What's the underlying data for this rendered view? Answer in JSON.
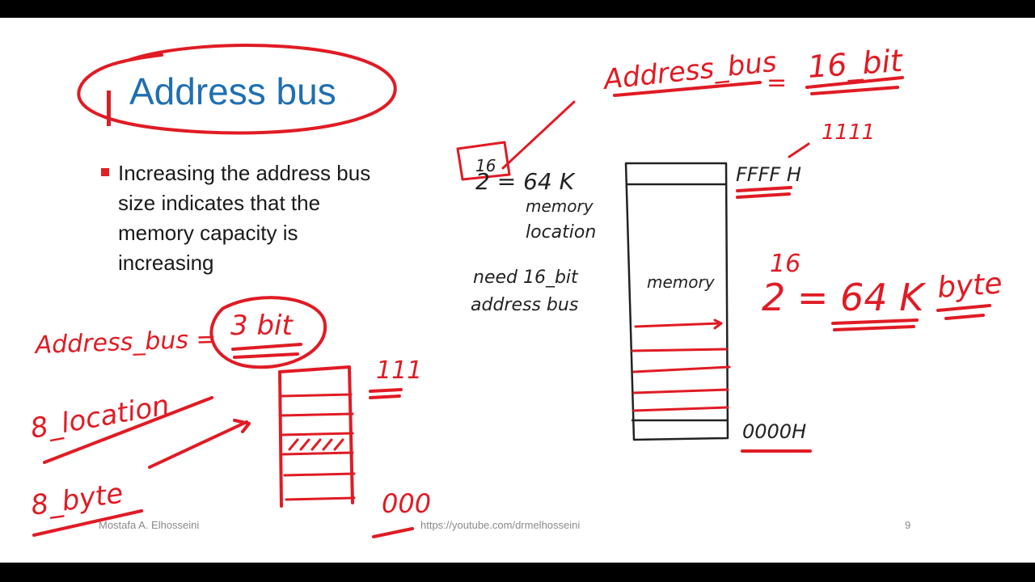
{
  "slide": {
    "title": "Address bus",
    "bullet": "Increasing the address bus size indicates that the memory capacity is increasing",
    "footer_author": "Mostafa A. Elhosseini",
    "footer_url": "https://youtube.com/drmelhosseini",
    "page_number": "9"
  },
  "annotations": {
    "left_bus": "Address_bus =",
    "left_bits": "3 bit",
    "locations": "8_location",
    "bytes": "8_byte",
    "left_top_addr": "111",
    "left_bottom_addr": "000",
    "right_bus": "Address_bus",
    "right_equals": "=",
    "right_bits": "16_bit",
    "power_exp": "16",
    "power_base": "2 = 64 K",
    "power_line1": "memory",
    "power_line2": "location",
    "need_line1": "need 16_bit",
    "need_line2": "address bus",
    "memory_label": "memory",
    "top_addr": "FFFF H",
    "top_binary": "1111",
    "bottom_addr": "0000H",
    "big_exp": "16",
    "big_base": "2 = 64 K",
    "big_unit": "byte"
  },
  "colors": {
    "title": "#1f6fb2",
    "bullet": "#e02020",
    "ink_red": "#e01b24",
    "ink_black": "#222222"
  }
}
